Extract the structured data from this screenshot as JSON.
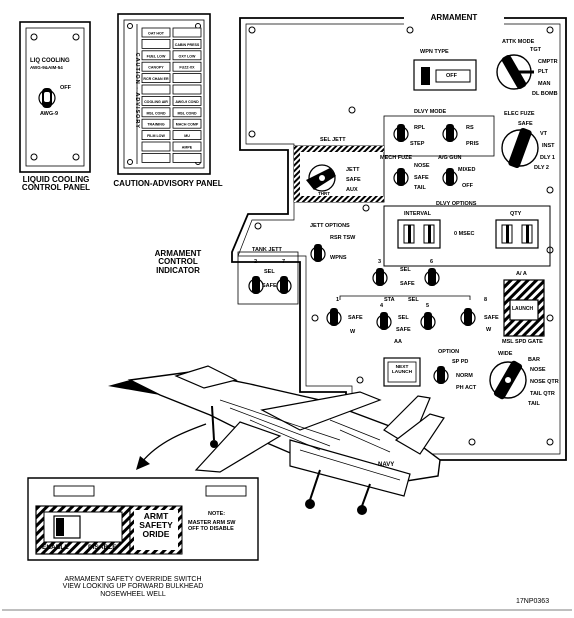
{
  "liquid_cooling_panel": {
    "title_line1": "LIQ COOLING",
    "title_line2": "AWG-9&AIM-54",
    "switch_pos": "OFF",
    "switch_label": "AWG-9",
    "caption_line1": "LIQUID COOLING",
    "caption_line2": "CONTROL PANEL"
  },
  "caution_panel": {
    "side_label": "CAUTION - ADVISORY",
    "left_column": [
      "OAT HOT",
      "",
      "FUEL LOW",
      "CANOPY",
      "RCR CHAN ER",
      "",
      "COOLING AIR",
      "MSL COND",
      "TRAINING",
      "FILM LOW",
      "",
      ""
    ],
    "right_column": [
      "",
      "CABIN PRESS",
      "OXY LOW",
      "FUZZ-XX",
      "",
      "",
      "AWG-9 COND",
      "MSL COND",
      "MACH COMP",
      "MU",
      "AMPE",
      ""
    ],
    "caption": "CAUTION-ADVISORY PANEL"
  },
  "armament_panel": {
    "title": "ARMAMENT",
    "wpn_type_label": "WPN TYPE",
    "wpn_type_display": "OFF",
    "attk_mode": {
      "title": "ATTK MODE",
      "positions": [
        "TGT",
        "CMPTR",
        "PLT",
        "MAN",
        "DL BOMB"
      ]
    },
    "dlvy_mode": {
      "title": "DLVY MODE",
      "rpl": "RPL",
      "step": "STEP",
      "rs": "RS",
      "pris": "PRIS"
    },
    "mech_fuze": {
      "title": "MECH FUZE",
      "nose": "NOSE",
      "safe": "SAFE",
      "tail": "TAIL"
    },
    "ag_gun": {
      "title": "A/G GUN",
      "mixed": "MIXED",
      "off": "OFF"
    },
    "elec_fuze": {
      "title": "ELEC FUZE",
      "positions": [
        "SAFE",
        "VT",
        "INST",
        "DLY 1",
        "DLY 2"
      ]
    },
    "sel_jett": {
      "title": "SEL JETT",
      "positions": [
        "JETT",
        "SAFE",
        "AUX"
      ],
      "bottom": "THRT"
    },
    "dlvy_options": {
      "title": "DLVY OPTIONS",
      "interval": "INTERVAL",
      "qty": "QTY",
      "unit": "0 MSEC"
    },
    "jett_options": {
      "title": "JETT OPTIONS",
      "rsr_tsw": "RSR TSW",
      "wpns": "WPNS"
    },
    "tank_jett": {
      "title": "TANK JETT",
      "left": "2",
      "right": "7",
      "sel": "SEL",
      "safe": "SAFE"
    },
    "stations": {
      "top": [
        {
          "num": "3"
        },
        {
          "num": "6"
        }
      ],
      "sel_label": "SEL",
      "safe_label": "SAFE",
      "sta": "STA",
      "mid": [
        {
          "num": "1"
        },
        {
          "num": "4"
        },
        {
          "num": "5"
        },
        {
          "num": "8"
        }
      ],
      "w": "W",
      "aa": "AA"
    },
    "aa_launch": {
      "title": "A/ A",
      "button": "LAUNCH",
      "gate": "MSL SPD GATE"
    },
    "next_launch": "NEXT LAUNCH",
    "option": {
      "title": "OPTION",
      "sp_pd": "SP PD",
      "norm": "NORM",
      "ph_act": "PH ACT"
    },
    "wide_knob": {
      "wide": "WIDE",
      "positions": [
        "BAR",
        "NOSE",
        "NOSE QTR",
        "TAIL QTR",
        "TAIL"
      ]
    }
  },
  "armament_control_indicator": [
    "ARMAMENT",
    "CONTROL",
    "INDICATOR"
  ],
  "override_panel": {
    "title_line1": "ARMT",
    "title_line2": "SAFETY",
    "title_line3": "ORIDE",
    "enable": "ENABLE",
    "disable": "DISABLE",
    "note_title": "NOTE:",
    "note_body": "MASTER ARM SW OFF TO DISABLE"
  },
  "aircraft_marking": "NAVY",
  "override_caption": [
    "ARMAMENT SAFETY OVERRIDE SWITCH",
    "VIEW LOOKING UP FORWARD BULKHEAD",
    "NOSEWHEEL WELL"
  ],
  "figure_id": "17NP0363"
}
